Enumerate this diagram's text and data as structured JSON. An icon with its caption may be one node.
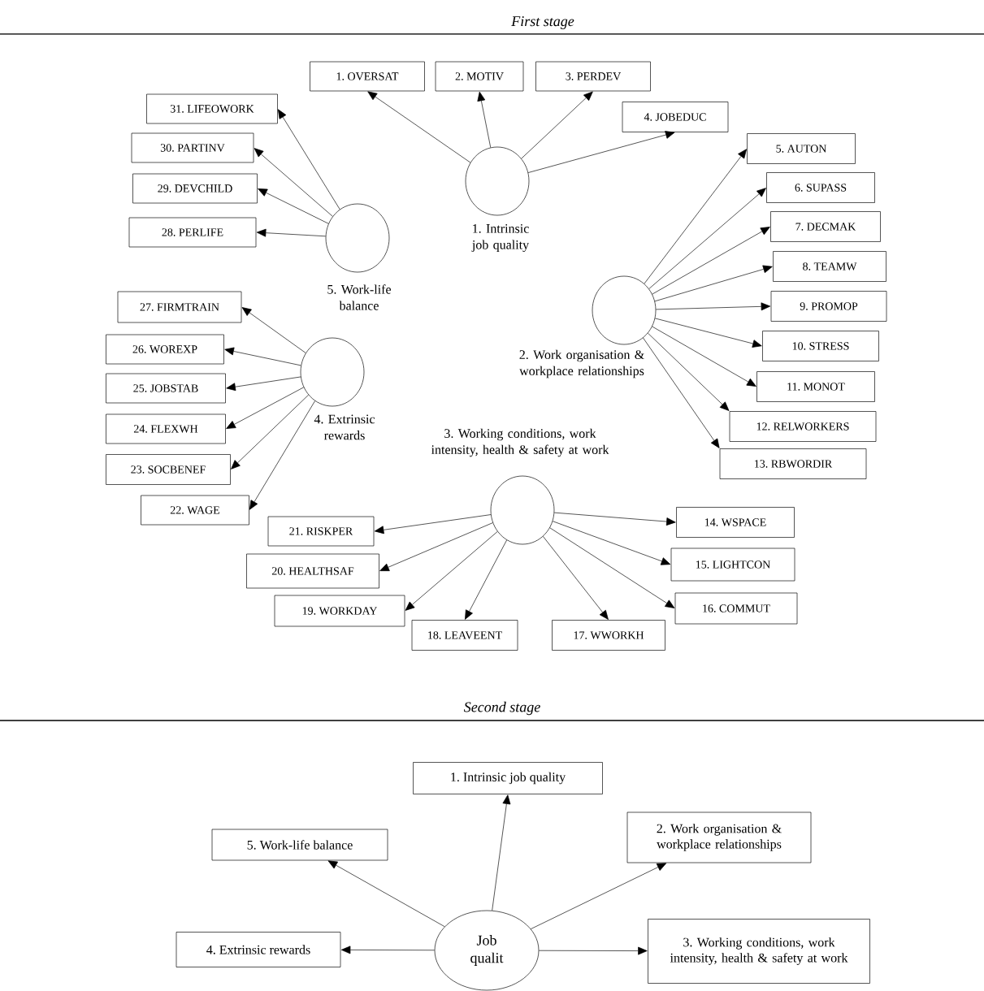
{
  "diagram": {
    "nodes": [
      {
        "text": [],
        "shape": "circle",
        "beside": [
          "1. Intrinsic job quality"
        ]
      },
      {
        "text": [
          "1. OVERSAT"
        ]
      },
      {
        "text": [
          "2. MOTIV"
        ]
      },
      {
        "text": [
          "3. PERDEV"
        ]
      },
      {
        "text": [
          "4. JOBEDUC"
        ]
      },
      {
        "text": [],
        "shape": "circle",
        "beside": [
          "2. Work organisation & workplace relationships"
        ]
      },
      {
        "text": [
          "5. AUTON"
        ]
      },
      {
        "text": [
          "6. SUPASS"
        ]
      },
      {
        "text": [
          "7. DECMAK"
        ]
      },
      {
        "text": [
          "8. TEAMW"
        ]
      },
      {
        "text": [
          "9. PROMOP"
        ]
      },
      {
        "text": [
          "10. STRESS"
        ]
      },
      {
        "text": [
          "11. MONOT"
        ]
      },
      {
        "text": [
          "12. RELWORKERS"
        ]
      },
      {
        "text": [
          "13. RBWORDIR"
        ]
      },
      {
        "text": [],
        "shape": "circle",
        "beside": [
          "3. Working conditions, work intensity, health & safety at work"
        ]
      },
      {
        "text": [
          "14. WSPACE"
        ]
      },
      {
        "text": [
          "15. LIGHTCON"
        ]
      },
      {
        "text": [
          "16. COMMUT"
        ]
      },
      {
        "text": [
          "17. WWORKH"
        ]
      },
      {
        "text": [
          "18. LEAVEENT"
        ]
      },
      {
        "text": [
          "19. WORKDAY"
        ]
      },
      {
        "text": [
          "20. HEALTHSAF"
        ]
      },
      {
        "text": [
          "21. RISKPER"
        ]
      },
      {
        "text": [],
        "shape": "circle",
        "beside": [
          "4. Extrinsic rewards"
        ]
      },
      {
        "text": [
          "22. WAGE"
        ]
      },
      {
        "text": [
          "23. SOCBENEF"
        ]
      },
      {
        "text": [
          "24. FLEXWH"
        ]
      },
      {
        "text": [
          "25. JOBSTAB"
        ]
      },
      {
        "text": [
          "26. WOREXP"
        ]
      },
      {
        "text": [
          "27. FIRMTRAIN"
        ]
      },
      {
        "text": [],
        "shape": "circle",
        "beside": [
          "5. Work-life balance"
        ]
      },
      {
        "text": [
          "28. PERLIFE"
        ]
      },
      {
        "text": [
          "29. DEVCHILD"
        ]
      },
      {
        "text": [
          "30. PARTINV"
        ]
      },
      {
        "text": [
          "31. LIFEOWORK"
        ]
      },
      {
        "text": [
          "1. Intrinsic job quality"
        ]
      },
      {
        "text": [
          "2. Work organisation & workplace relationships"
        ]
      },
      {
        "text": [
          "3. Working conditions, work intensity, health & safety at work"
        ]
      },
      {
        "text": [
          "4. Extrinsic rewards"
        ]
      },
      {
        "text": [
          "5. Work-life balance"
        ]
      },
      {
        "text": [
          "Job qualit"
        ]
      }
    ],
    "edges": [
      {
        "from": 0,
        "to": 1,
        "arrow": "to"
      },
      {
        "from": 0,
        "to": 2,
        "arrow": "to"
      },
      {
        "from": 0,
        "to": 3,
        "arrow": "to"
      },
      {
        "from": 0,
        "to": 4,
        "arrow": "to"
      },
      {
        "from": 5,
        "to": 6,
        "arrow": "to"
      },
      {
        "from": 5,
        "to": 7,
        "arrow": "to"
      },
      {
        "from": 5,
        "to": 8,
        "arrow": "to"
      },
      {
        "from": 5,
        "to": 9,
        "arrow": "to"
      },
      {
        "from": 5,
        "to": 10,
        "arrow": "to"
      },
      {
        "from": 5,
        "to": 11,
        "arrow": "to"
      },
      {
        "from": 5,
        "to": 12,
        "arrow": "to"
      },
      {
        "from": 5,
        "to": 13,
        "arrow": "to"
      },
      {
        "from": 5,
        "to": 14,
        "arrow": "to"
      },
      {
        "from": 15,
        "to": 16,
        "arrow": "to"
      },
      {
        "from": 15,
        "to": 17,
        "arrow": "to"
      },
      {
        "from": 15,
        "to": 18,
        "arrow": "to"
      },
      {
        "from": 15,
        "to": 19,
        "arrow": "to"
      },
      {
        "from": 15,
        "to": 20,
        "arrow": "to"
      },
      {
        "from": 15,
        "to": 21,
        "arrow": "to"
      },
      {
        "from": 15,
        "to": 22,
        "arrow": "to"
      },
      {
        "from": 15,
        "to": 23,
        "arrow": "to"
      },
      {
        "from": 24,
        "to": 25,
        "arrow": "to"
      },
      {
        "from": 24,
        "to": 26,
        "arrow": "to"
      },
      {
        "from": 24,
        "to": 27,
        "arrow": "to"
      },
      {
        "from": 24,
        "to": 28,
        "arrow": "to"
      },
      {
        "from": 24,
        "to": 29,
        "arrow": "to"
      },
      {
        "from": 24,
        "to": 30,
        "arrow": "to"
      },
      {
        "from": 31,
        "to": 32,
        "arrow": "to"
      },
      {
        "from": 31,
        "to": 33,
        "arrow": "to"
      },
      {
        "from": 31,
        "to": 34,
        "arrow": "to"
      },
      {
        "from": 31,
        "to": 35,
        "arrow": "to"
      },
      {
        "from": 41,
        "to": 36,
        "arrow": "to"
      },
      {
        "from": 41,
        "to": 37,
        "arrow": "to"
      },
      {
        "from": 41,
        "to": 38,
        "arrow": "to"
      },
      {
        "from": 41,
        "to": 39,
        "arrow": "to"
      },
      {
        "from": 41,
        "to": 40,
        "arrow": "to"
      }
    ],
    "labels": [
      "First stage",
      "Second stage"
    ]
  }
}
